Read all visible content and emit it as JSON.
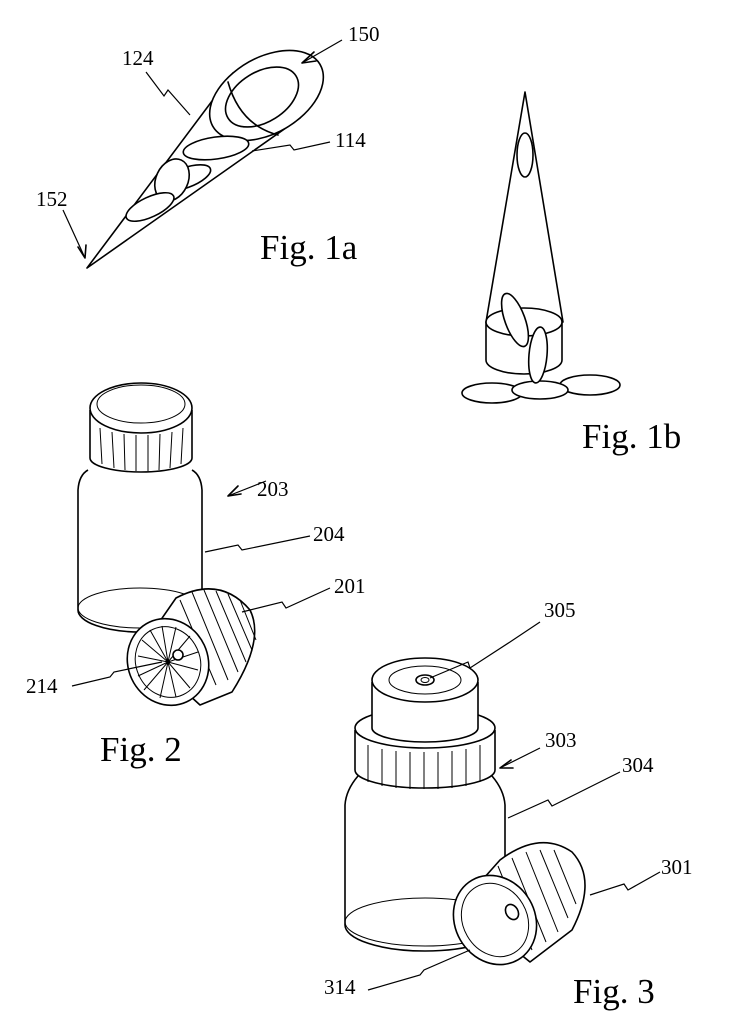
{
  "figures": {
    "fig1a": {
      "caption": "Fig. 1a",
      "labels": {
        "cap": "150",
        "tip_body": "124",
        "disc": "114",
        "tip": "152"
      }
    },
    "fig1b": {
      "caption": "Fig. 1b"
    },
    "fig2": {
      "caption": "Fig. 2",
      "labels": {
        "bottle": "203",
        "body": "204",
        "cap": "201",
        "bristles": "214"
      }
    },
    "fig3": {
      "caption": "Fig. 3",
      "labels": {
        "top_hole": "305",
        "bottle": "303",
        "body": "304",
        "cap": "301",
        "inner": "314"
      }
    }
  },
  "colors": {
    "ink": "#000000",
    "paper": "#ffffff"
  }
}
